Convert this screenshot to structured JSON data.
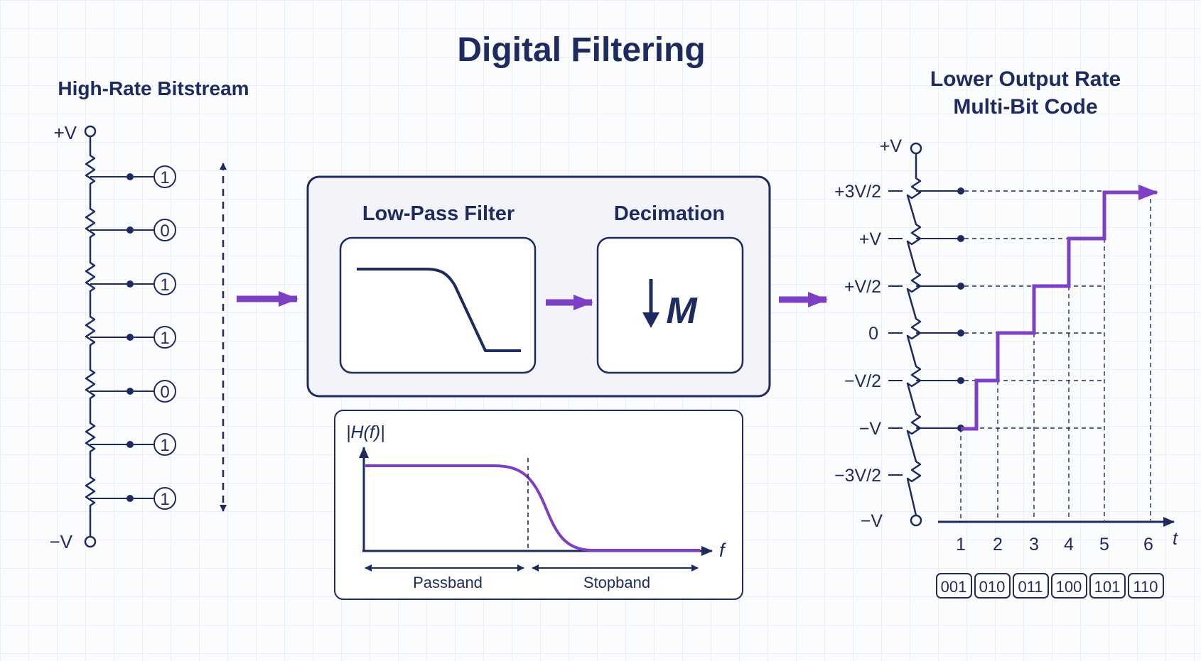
{
  "title": "Digital Filtering",
  "left_panel": {
    "title": "High-Rate Bitstream",
    "top_label": "+V",
    "bottom_label": "−V",
    "bits": [
      "1",
      "0",
      "1",
      "1",
      "0",
      "1",
      "1"
    ]
  },
  "filter_block": {
    "lowpass_title": "Low-Pass Filter",
    "decimation_title": "Decimation",
    "decimation_symbol": "M"
  },
  "response_plot": {
    "ylabel": "|H(f)|",
    "xlabel": "f",
    "passband_label": "Passband",
    "stopband_label": "Stopband"
  },
  "right_panel": {
    "title_line1": "Lower Output Rate",
    "title_line2": "Multi-Bit Code",
    "levels": [
      "+V",
      "+3V/2",
      "+V",
      "+V/2",
      "0",
      "−V/2",
      "−V",
      "−3V/2",
      "−V"
    ],
    "time_axis_label": "t",
    "time_ticks": [
      "1",
      "2",
      "3",
      "4",
      "5",
      "6"
    ],
    "codes": [
      "001",
      "010",
      "011",
      "100",
      "101",
      "110"
    ]
  },
  "colors": {
    "navy": "#1d2b5e",
    "purple": "#7d3fc4",
    "panel_fill": "#f3f4f9"
  }
}
